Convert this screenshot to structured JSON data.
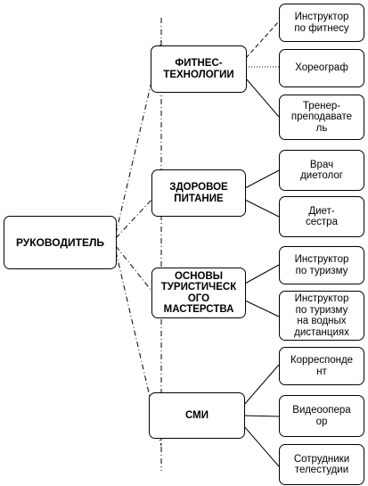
{
  "root": {
    "label": "РУКОВОДИТЕЛЬ"
  },
  "branches": [
    {
      "label": "ФИТНЕС-\nТЕХНОЛОГИИ",
      "children": [
        {
          "label": "Инструктор\nпо фитнесу"
        },
        {
          "label": "Хореограф"
        },
        {
          "label": "Тренер-\nпреподавате\nль"
        }
      ]
    },
    {
      "label": "ЗДОРОВОЕ\nПИТАНИЕ",
      "children": [
        {
          "label": "Врач\nдиетолог"
        },
        {
          "label": "Диет-\nсестра"
        }
      ]
    },
    {
      "label": "ОСНОВЫ\nТУРИСТИЧЕСК\nОГО\nМАСТЕРСТВА",
      "children": [
        {
          "label": "Инструктор\nпо туризму"
        },
        {
          "label": "Инструктор\nпо туризму\nна водных\nдистанциях"
        }
      ]
    },
    {
      "label": "СМИ",
      "children": [
        {
          "label": "Корреспонде\nнт"
        },
        {
          "label": "Видеоопера\nор"
        },
        {
          "label": "Сотрудники\nтелестудии"
        }
      ]
    }
  ]
}
